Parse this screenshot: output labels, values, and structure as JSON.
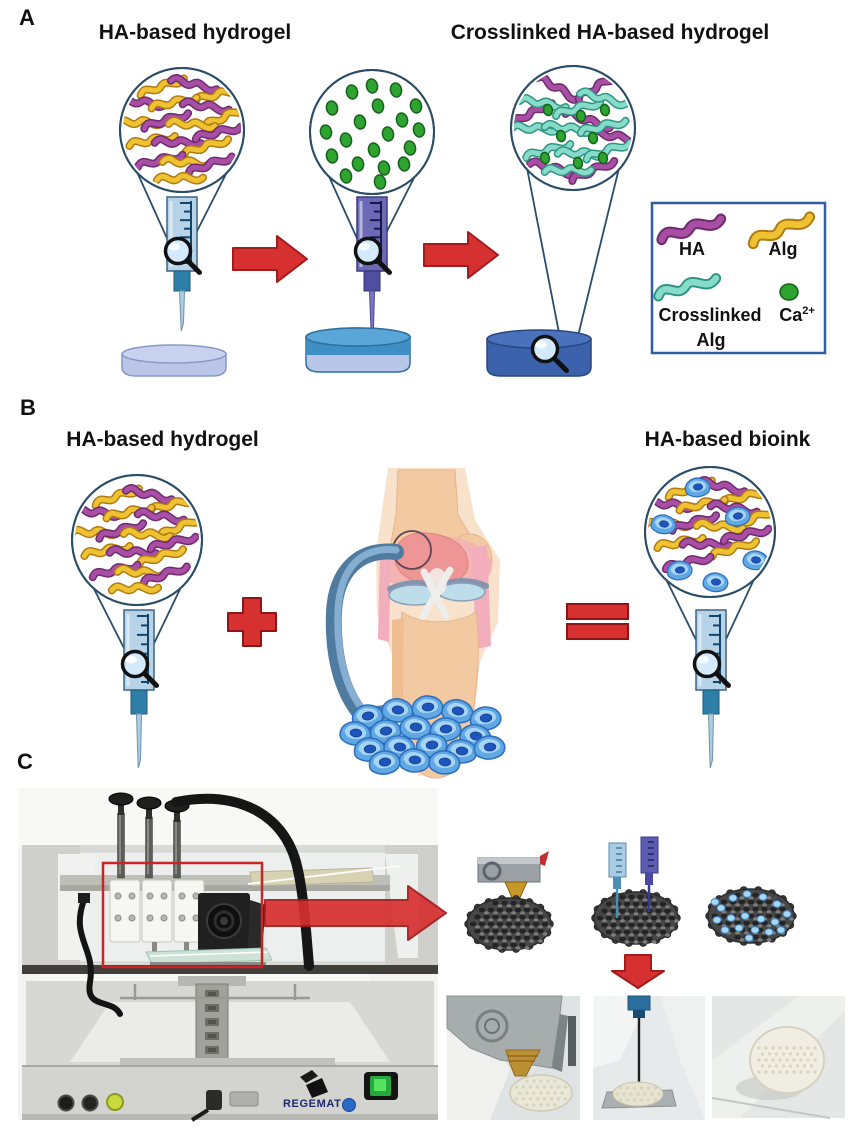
{
  "panels": {
    "a": {
      "label": "A",
      "heading_left": "HA-based hydrogel",
      "heading_right": "Crosslinked HA-based hydrogel"
    },
    "b": {
      "label": "B",
      "heading_left": "HA-based hydrogel",
      "heading_right": "HA-based bioink"
    },
    "c": {
      "label": "C",
      "printer_brand": "REGEMAT"
    }
  },
  "legend": {
    "ha": "HA",
    "alg": "Alg",
    "crosslinked_line1": "Crosslinked",
    "crosslinked_line2": "Alg",
    "ca": "Ca",
    "ca_sup": "2+"
  },
  "colors": {
    "ha_purple": "#a84fa5",
    "ha_purple_edge": "#6f2a6e",
    "alg_yellow": "#eec231",
    "alg_yellow_edge": "#b07a14",
    "crosslinked_teal": "#86dcc8",
    "crosslinked_teal_edge": "#2f9383",
    "calcium_green": "#2fa32f",
    "calcium_green_edge": "#15621c",
    "arrow_red": "#d73030",
    "arrow_red_edge": "#a21c1c",
    "legend_border": "#2e5f9e",
    "zoom_circle_stroke": "#2b4d68",
    "syringe_blue": "#b7d3e8",
    "syringe_indigo": "#6c6ab6",
    "dish_light": "#b9c6e8",
    "dish_blue": "#3d8fc6",
    "dish_navy": "#3c62ac",
    "cell_blue": "#5fa8e4",
    "cell_nucleus": "#1d55bc",
    "regemat_navy": "#1c2a6e"
  }
}
